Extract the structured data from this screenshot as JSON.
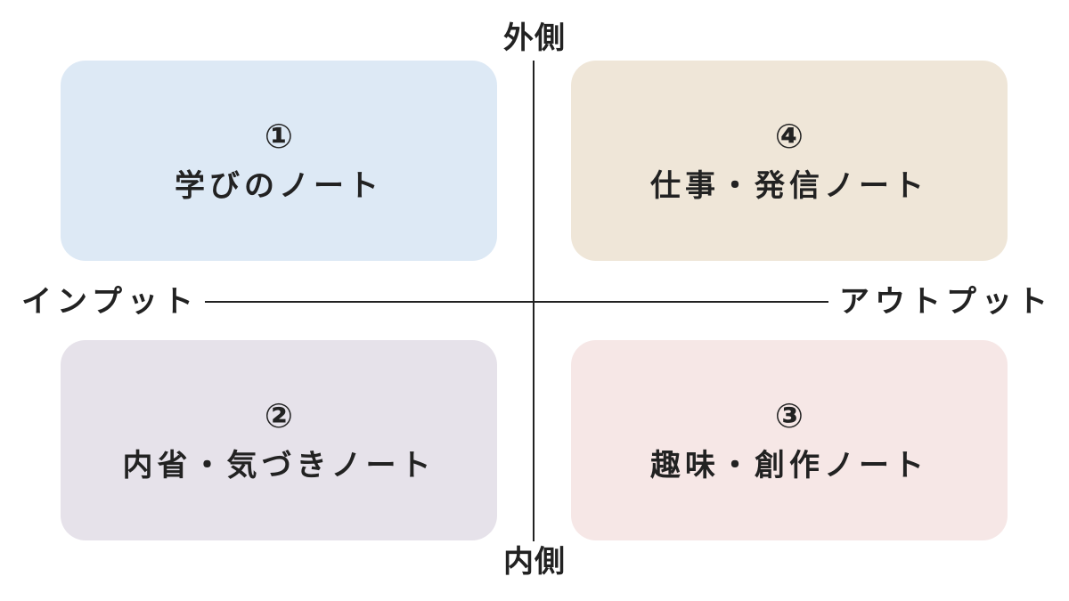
{
  "axes": {
    "top": "外側",
    "bottom": "内側",
    "left": "インプット",
    "right": "アウトプット"
  },
  "quadrants": {
    "top_left": {
      "number": "①",
      "title": "学びのノート",
      "color": "#dde9f5"
    },
    "bottom_left": {
      "number": "②",
      "title": "内省・気づきノート",
      "color": "#e6e2ea"
    },
    "bottom_right": {
      "number": "③",
      "title": "趣味・創作ノート",
      "color": "#f6e7e6"
    },
    "top_right": {
      "number": "④",
      "title": "仕事・発信ノート",
      "color": "#efe6d8"
    }
  }
}
